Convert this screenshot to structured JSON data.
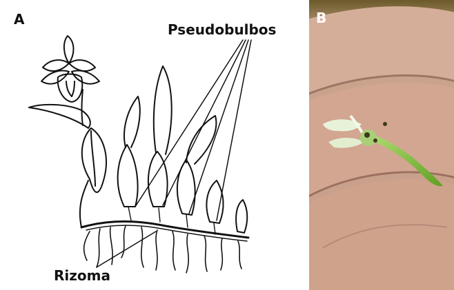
{
  "panels": {
    "a": {
      "letter": "A"
    },
    "b": {
      "letter": "B"
    }
  },
  "callouts": {
    "pseudobulbs": "Pseudobulbos",
    "rhizome": "Rizoma"
  },
  "icons": {
    "drawing": "orchid-line-drawing",
    "photo": "orchid-flower-on-fingers-photo"
  }
}
